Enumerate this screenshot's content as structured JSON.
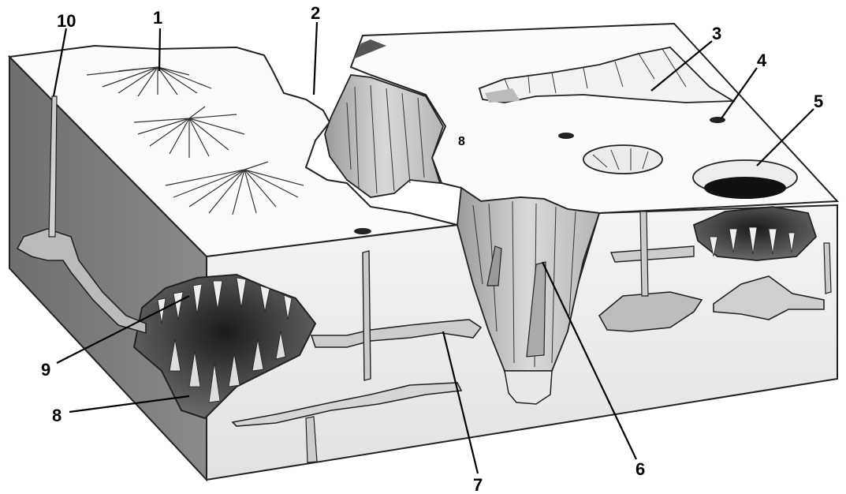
{
  "labels": {
    "l1": "1",
    "l2": "2",
    "l3": "3",
    "l4": "4",
    "l5": "5",
    "l6": "6",
    "l7": "7",
    "l8_surface": "8",
    "l8_cave": "8",
    "l9": "9",
    "l10": "10"
  }
}
